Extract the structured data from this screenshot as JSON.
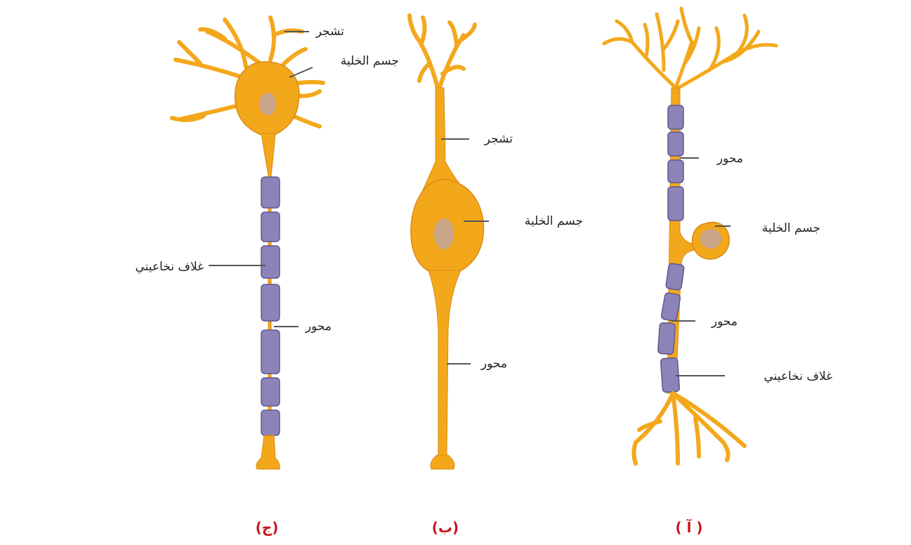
{
  "colors": {
    "neuron_fill": "#f3a81c",
    "neuron_stroke": "#d98a10",
    "nucleus": "#c9a58a",
    "myelin": "#8c83b8",
    "myelin_stroke": "#5e5890",
    "caption": "#c8161d",
    "leader_line": "#555555"
  },
  "diagram_c": {
    "caption": "(ج)",
    "labels": {
      "dendrite": "تشجر",
      "cell_body": "جسم الخلية",
      "myelin_sheath": "غلاف نخاعيني",
      "axon": "محور"
    }
  },
  "diagram_b": {
    "caption": "(ب)",
    "labels": {
      "dendrite": "تشجر",
      "cell_body": "جسم الخلية",
      "axon": "محور"
    }
  },
  "diagram_a": {
    "caption": "( آ )",
    "labels": {
      "axon_top": "محور",
      "cell_body": "جسم الخلية",
      "axon_bottom": "محور",
      "myelin_sheath": "غلاف نخاعيني"
    }
  }
}
